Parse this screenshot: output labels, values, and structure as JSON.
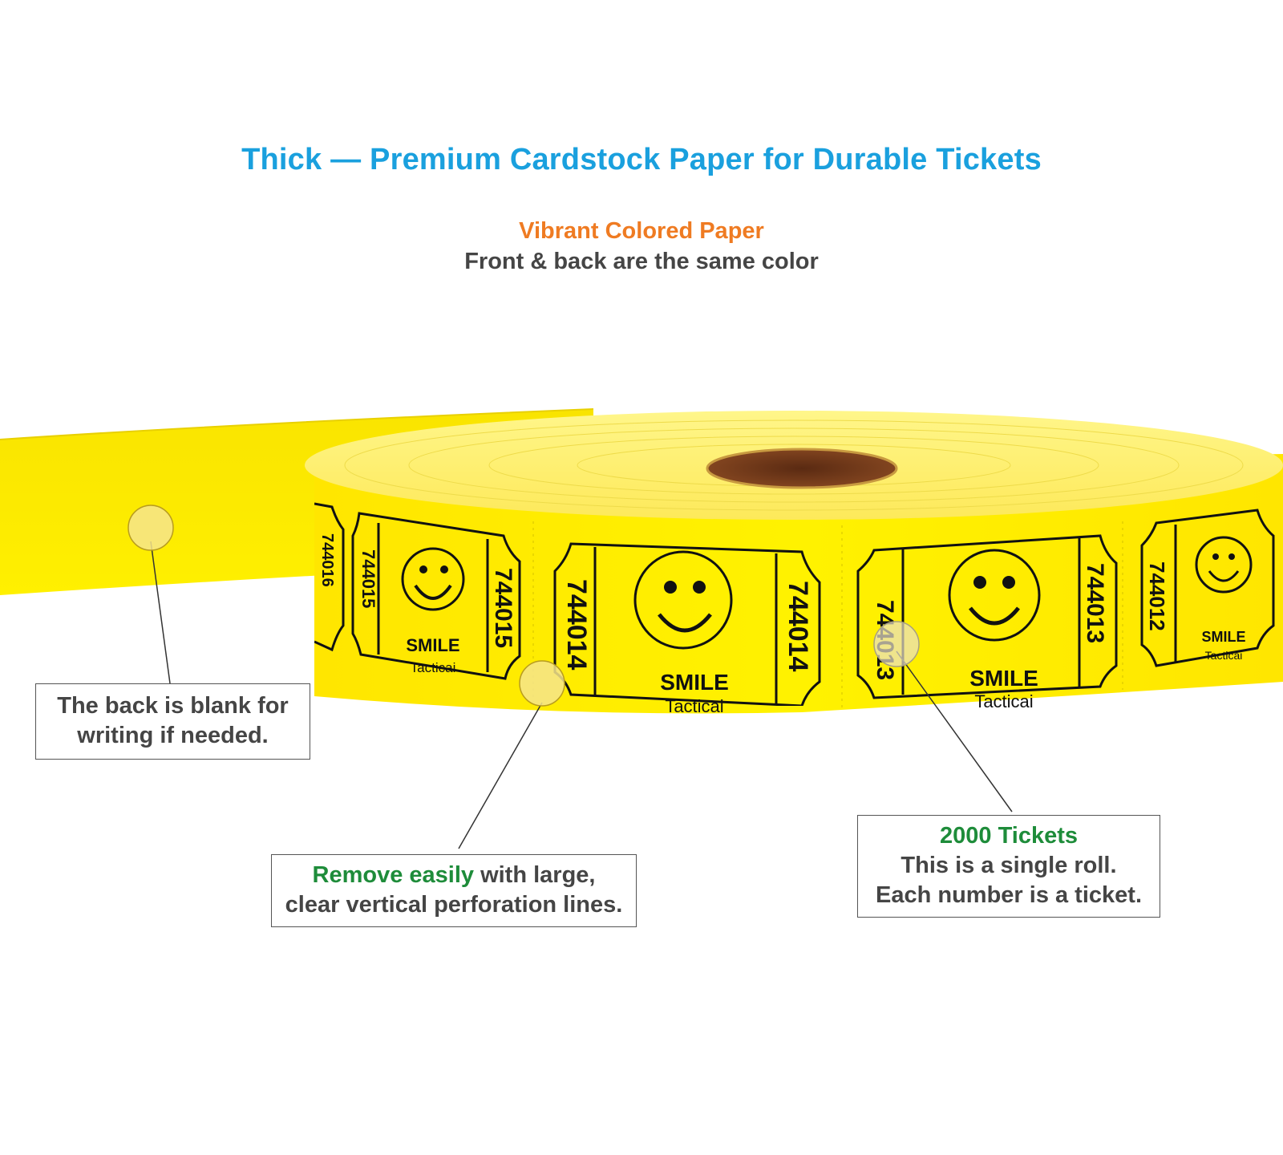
{
  "header": {
    "title": "Thick — Premium Cardstock Paper for Durable Tickets",
    "subtitle_highlight": "Vibrant Colored Paper",
    "subtitle": "Front & back are the same color"
  },
  "colors": {
    "title": "#1aa0de",
    "highlight_orange": "#ef7b22",
    "highlight_green": "#1e8c3a",
    "paper_yellow": "#ffeb00",
    "body_text": "#454545"
  },
  "roll": {
    "ticket_numbers": [
      "744016",
      "744015",
      "744014",
      "744013",
      "744012"
    ],
    "smile_label": "SMILE",
    "brand_label": "Tacticai"
  },
  "callouts": {
    "back": {
      "line1": "The back is blank for",
      "line2": "writing if needed."
    },
    "perforation": {
      "highlight": "Remove easily",
      "line1_rest": " with large,",
      "line2": "clear vertical perforation lines."
    },
    "tickets": {
      "highlight": "2000 Tickets",
      "line1": "This is a single roll.",
      "line2": "Each number is a ticket."
    }
  }
}
